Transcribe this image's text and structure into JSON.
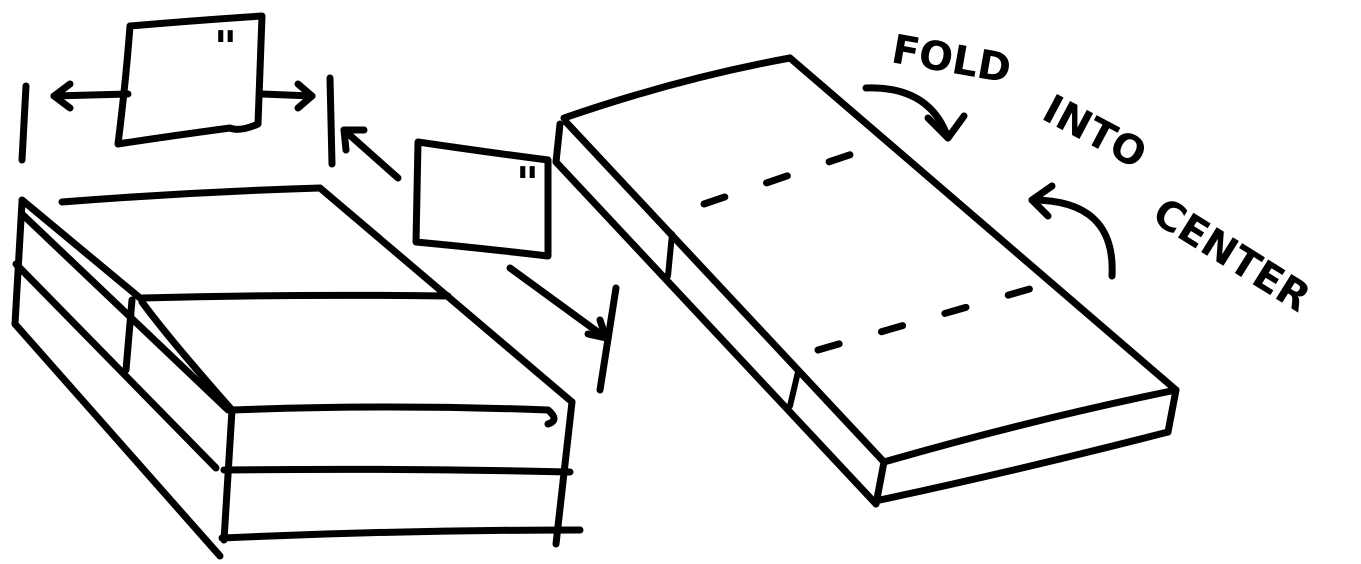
{
  "left_illustration": {
    "top_dimension_label": "\"",
    "side_dimension_label": "\""
  },
  "right_illustration": {
    "instruction_line_1": "FOLD",
    "instruction_line_2": "INTO",
    "instruction_line_3": "CENTER"
  }
}
